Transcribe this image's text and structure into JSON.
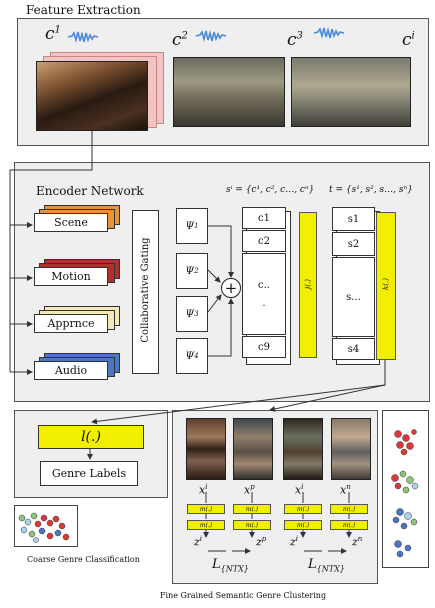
{
  "feature_extraction": {
    "title": "Feature Extraction",
    "clips": [
      {
        "base": "c",
        "sup": "1"
      },
      {
        "base": "c",
        "sup": "2"
      },
      {
        "base": "c",
        "sup": "3"
      },
      {
        "base": "c",
        "sup": "i"
      }
    ]
  },
  "encoder": {
    "title": "Encoder Network",
    "modalities": [
      "Scene",
      "Motion",
      "Apprnce",
      "Audio"
    ],
    "gating_label": "Collaborative Gating",
    "psi": [
      {
        "base": "Ψ",
        "sup": "1"
      },
      {
        "base": "Ψ",
        "sup": "2"
      },
      {
        "base": "Ψ",
        "sup": "3"
      },
      {
        "base": "Ψ",
        "sup": "4"
      }
    ],
    "sum_symbol": "+",
    "s_formula": "sⁱ = {c¹, c², c…, cⁿ}",
    "t_formula": "t = {s¹, s², s…, sⁿ}",
    "c_column": [
      "c1",
      "c2",
      "c..",
      ".",
      "c9"
    ],
    "s_column": [
      "s1",
      "s2",
      "s...",
      "s4"
    ],
    "j_label": "j(.)",
    "k_label": "k(.)"
  },
  "coarse": {
    "l_label": "l(.)",
    "genre_labels": "Genre Labels",
    "caption": "Coarse Genre Classification"
  },
  "fine": {
    "x_labels": [
      {
        "base": "x",
        "sup": "i"
      },
      {
        "base": "x",
        "sup": "p"
      },
      {
        "base": "x",
        "sup": "i"
      },
      {
        "base": "x",
        "sup": "n"
      }
    ],
    "m_label": "m(.)",
    "z_labels": [
      {
        "base": "z",
        "sup": "i"
      },
      {
        "base": "z",
        "sup": "p"
      },
      {
        "base": "z",
        "sup": "i"
      },
      {
        "base": "z",
        "sup": "n"
      }
    ],
    "loss_label": "L",
    "loss_sub": "{NTX}",
    "caption": "Fine Grained Semantic Genre Clustering"
  },
  "colors": {
    "scene": "#e8923a",
    "motion": "#b0302a",
    "apprnce": "#f5e6b5",
    "audio": "#4a76c4",
    "yellow": "#f2ee00",
    "pink": "#f2c4c4",
    "panel": "#efefef"
  }
}
